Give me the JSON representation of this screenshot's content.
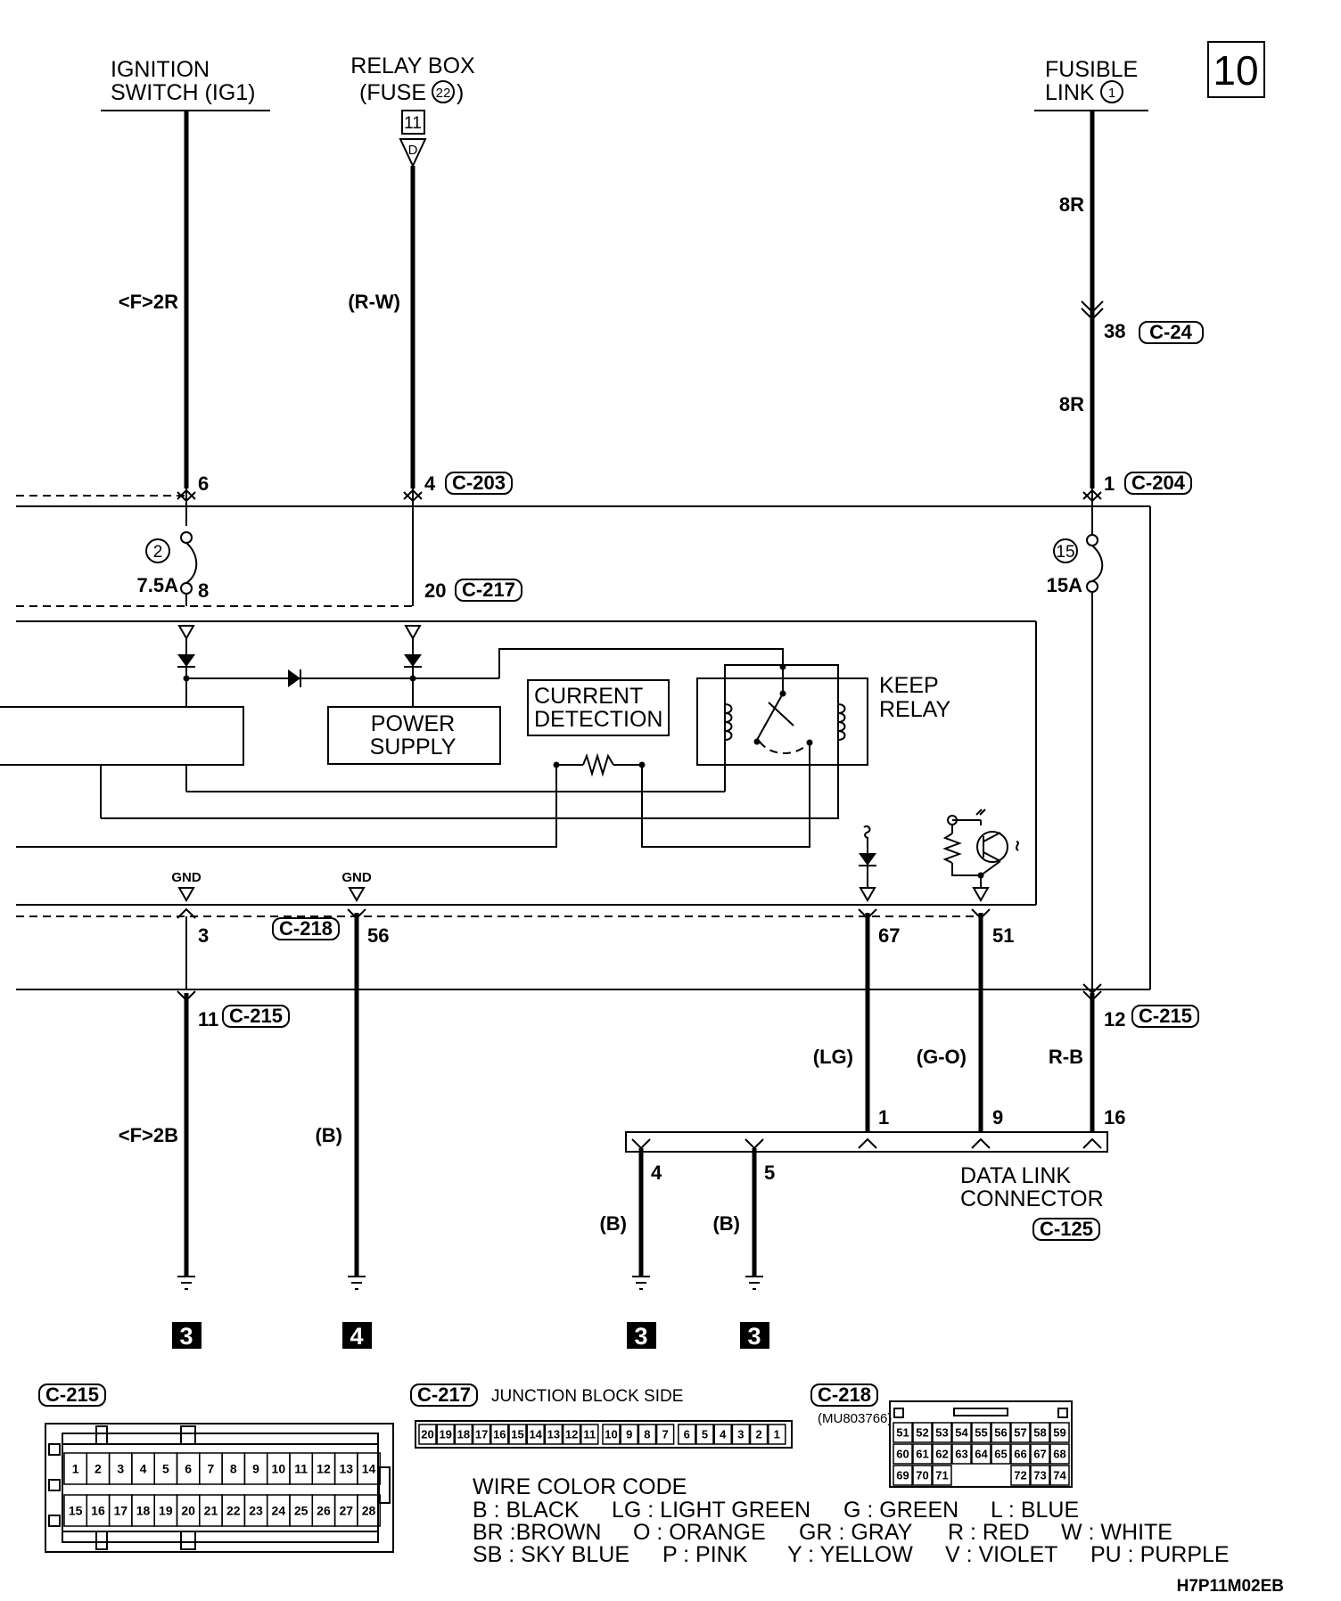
{
  "page_number": "10",
  "figure_code": "H7P11M02EB",
  "sources": {
    "ignition": {
      "line1": "IGNITION",
      "line2": "SWITCH (IG1)"
    },
    "relay_box": {
      "line1": "RELAY BOX",
      "line2": "(FUSE",
      "fuse_no": "22",
      "close": ")",
      "box_no": "11",
      "tri_letter": "D"
    },
    "fusible_link": {
      "line1": "FUSIBLE",
      "line2": "LINK",
      "link_no": "1"
    }
  },
  "wires": {
    "ign_top": "<F>2R",
    "relay_top": "(R-W)",
    "fusible_top1": "8R",
    "fusible_top2": "8R",
    "ign_bottom": "<F>2B",
    "gnd56": "(B)",
    "dlc1": "(LG)",
    "dlc9": "(G-O)",
    "dlc16": "R-B",
    "dlc4": "(B)",
    "dlc5": "(B)"
  },
  "pins": {
    "p6": "6",
    "p4": "4",
    "p1": "1",
    "p38": "38",
    "p8": "8",
    "p20": "20",
    "p3": "3",
    "p56": "56",
    "p67": "67",
    "p51": "51",
    "p11": "11",
    "p12": "12",
    "d1": "1",
    "d9": "9",
    "d16": "16",
    "d4": "4",
    "d5": "5"
  },
  "connectors": {
    "c24": "C-24",
    "c203": "C-203",
    "c204": "C-204",
    "c217": "C-217",
    "c218": "C-218",
    "c215a": "C-215",
    "c215b": "C-215",
    "c125": "C-125"
  },
  "fuses": {
    "f2_no": "2",
    "f2_rating": "7.5A",
    "f15_no": "15",
    "f15_rating": "15A"
  },
  "blocks": {
    "power_supply": [
      "POWER",
      "SUPPLY"
    ],
    "current_detection": [
      "CURRENT",
      "DETECTION"
    ],
    "keep_relay": [
      "KEEP",
      "RELAY"
    ],
    "gnd1": "GND",
    "gnd2": "GND"
  },
  "dlc": {
    "line1": "DATA LINK",
    "line2": "CONNECTOR"
  },
  "ground_refs": [
    "3",
    "4",
    "3",
    "3"
  ],
  "connector_views": {
    "c215": {
      "label": "C-215",
      "row1": [
        "1",
        "2",
        "3",
        "4",
        "5",
        "6",
        "7",
        "8",
        "9",
        "10",
        "11",
        "12",
        "13",
        "14"
      ],
      "row2": [
        "15",
        "16",
        "17",
        "18",
        "19",
        "20",
        "21",
        "22",
        "23",
        "24",
        "25",
        "26",
        "27",
        "28"
      ]
    },
    "c217": {
      "label": "C-217",
      "caption": "JUNCTION BLOCK SIDE",
      "pins": [
        "20",
        "19",
        "18",
        "17",
        "16",
        "15",
        "14",
        "13",
        "12",
        "11",
        "10",
        "9",
        "8",
        "7",
        "6",
        "5",
        "4",
        "3",
        "2",
        "1"
      ]
    },
    "c218": {
      "label": "C-218",
      "part": "(MU803766)",
      "row1": [
        "51",
        "52",
        "53",
        "54",
        "55",
        "56",
        "57",
        "58",
        "59"
      ],
      "row2": [
        "60",
        "61",
        "62",
        "63",
        "64",
        "65",
        "66",
        "67",
        "68"
      ],
      "row3": [
        "69",
        "70",
        "71",
        "",
        "",
        "",
        "72",
        "73",
        "74"
      ]
    }
  },
  "color_code": {
    "title": "WIRE COLOR CODE",
    "rows": [
      [
        "B : BLACK",
        "LG : LIGHT GREEN",
        "G : GREEN",
        "L : BLUE"
      ],
      [
        "BR :BROWN",
        "O : ORANGE",
        "GR : GRAY",
        "R : RED",
        "W : WHITE"
      ],
      [
        "SB : SKY BLUE",
        "P : PINK",
        "Y : YELLOW",
        "V : VIOLET",
        "PU : PURPLE"
      ]
    ]
  }
}
